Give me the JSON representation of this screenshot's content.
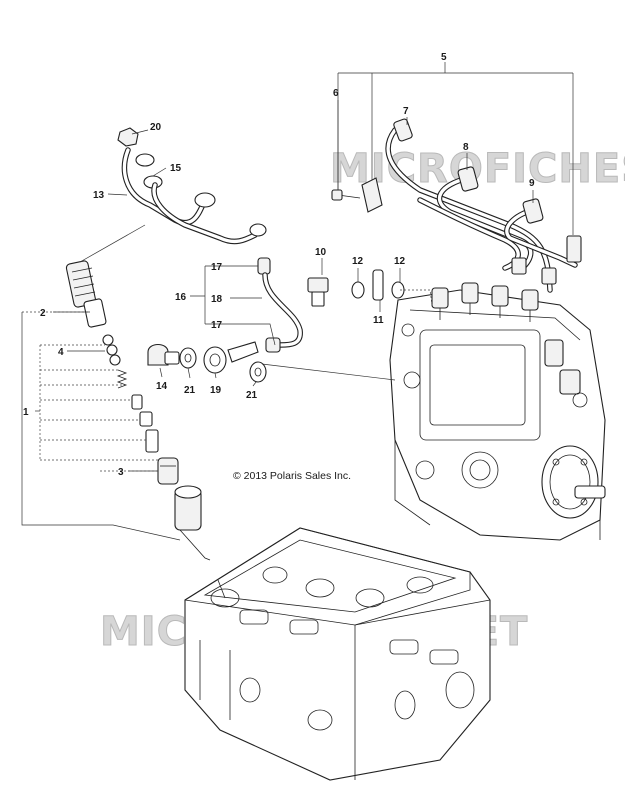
{
  "watermark": "MICROFICHES.NET",
  "copyright": "© 2013 Polaris Sales Inc.",
  "callouts": {
    "c1": "1",
    "c2": "2",
    "c3": "3",
    "c4": "4",
    "c5": "5",
    "c6": "6",
    "c7": "7",
    "c8": "8",
    "c9": "9",
    "c10": "10",
    "c11": "11",
    "c12a": "12",
    "c12b": "12",
    "c13": "13",
    "c14": "14",
    "c15": "15",
    "c16": "16",
    "c17a": "17",
    "c17b": "17",
    "c18": "18",
    "c19": "19",
    "c20": "20",
    "c21a": "21",
    "c21b": "21"
  }
}
